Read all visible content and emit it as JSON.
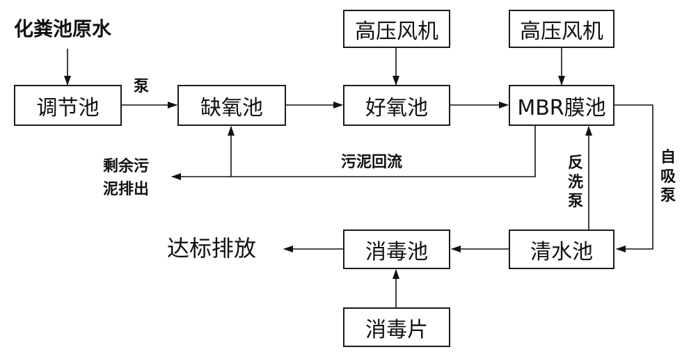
{
  "diagram": {
    "boxes": {
      "blower_1": "高压风机",
      "blower_2": "高压风机",
      "regulating_tank": "调节池",
      "anoxic_tank": "缺氧池",
      "aerobic_tank": "好氧池",
      "mbr_tank": "MBR膜池",
      "clear_water_tank": "清水池",
      "disinfection_tank": "消毒池",
      "disinfection_tablet": "消毒片"
    },
    "labels": {
      "source": "化粪池原水",
      "pump": "泵",
      "sludge_return": "污泥回流",
      "excess_sludge_line1": "剩余污",
      "excess_sludge_line2": "泥排出",
      "backwash_pump": "反洗泵",
      "self_priming_pump": "自吸泵",
      "discharge": "达标排放"
    }
  }
}
